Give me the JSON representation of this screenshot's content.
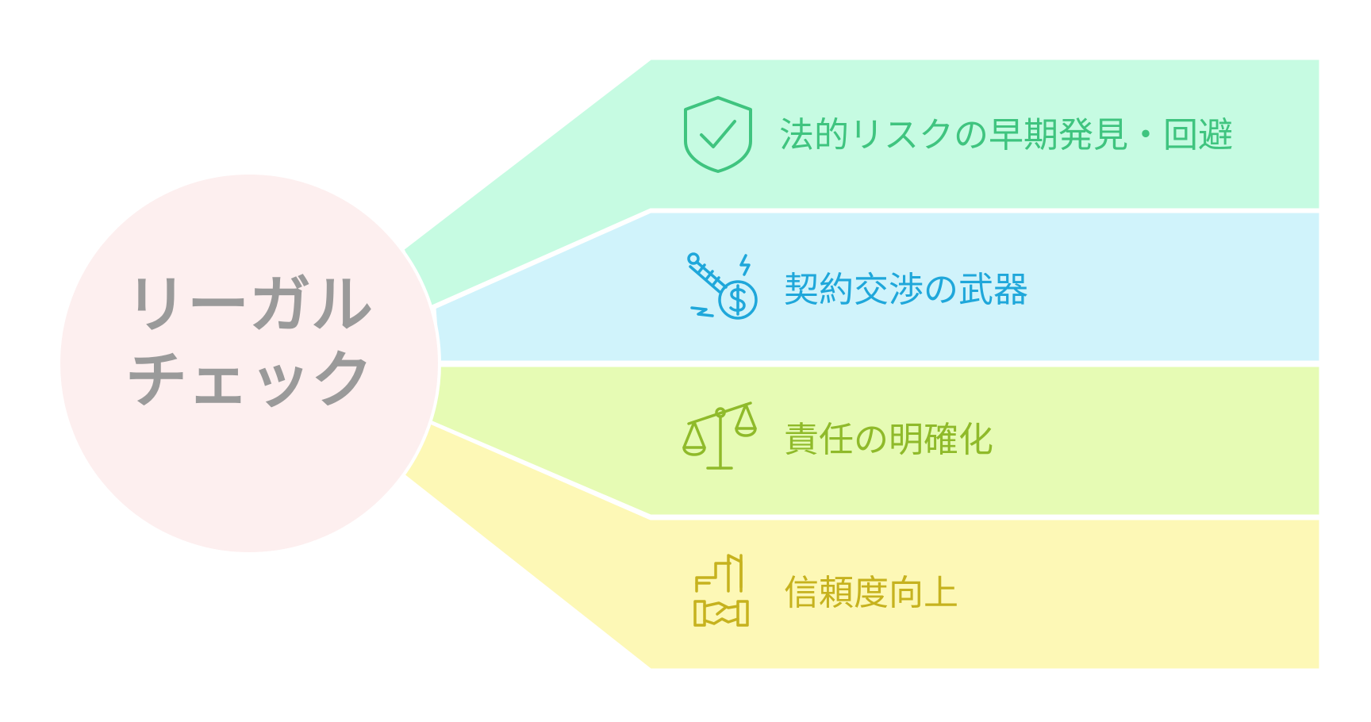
{
  "center": {
    "line1": "リーガル",
    "line2": "チェック",
    "fill": "#fdefef",
    "text_color": "#9a9a9a"
  },
  "branches": [
    {
      "label": "法的リスクの早期発見・回避",
      "icon": "shield-check-icon",
      "fill": "#c6fbe2",
      "accent": "#3fc47f"
    },
    {
      "label": "契約交渉の武器",
      "icon": "negotiation-money-icon",
      "fill": "#d0f3fb",
      "accent": "#1fa7da"
    },
    {
      "label": "責任の明確化",
      "icon": "scales-icon",
      "fill": "#e6fbb4",
      "accent": "#8fba2a"
    },
    {
      "label": "信頼度向上",
      "icon": "handshake-icon",
      "fill": "#fdf8b6",
      "accent": "#c6b21e"
    }
  ]
}
